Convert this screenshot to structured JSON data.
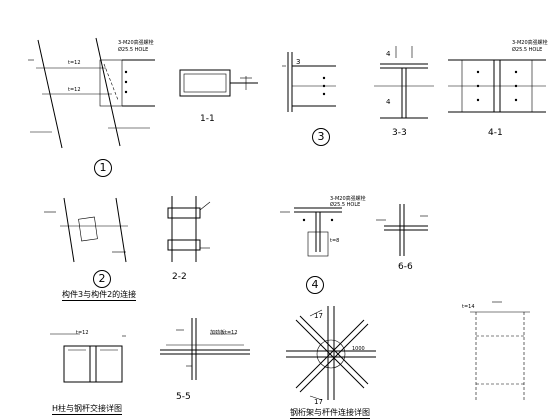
{
  "circled_labels": {
    "c1": "1",
    "c2": "2",
    "c3": "3",
    "c4": "4"
  },
  "section_labels": {
    "s11": "1-1",
    "s22": "2-2",
    "s33": "3-3",
    "s41": "4-1",
    "s55": "5-5",
    "s66": "6-6"
  },
  "detail_titles": {
    "t2": "构件3与构件2的连接",
    "t_col": "H柱与钢杆交接详图",
    "t_node": "钢桁架与杆件连接详图"
  },
  "annotations": {
    "bolt_spec": "3-M20高强螺栓",
    "hole_spec": "Ø25.5 HOLE",
    "plate_t12_a": "t=12",
    "plate_t12_b": "t=12",
    "plate_t8": "t=8",
    "plate_t12_c": "加劲板t=12",
    "plate_t12_d": "t=12",
    "plate_t14": "t=14",
    "ref_a": "3",
    "ref_b": "4",
    "ref_c": "4",
    "num_17a": "17",
    "num_17b": "17",
    "dim_1000": "1000"
  }
}
